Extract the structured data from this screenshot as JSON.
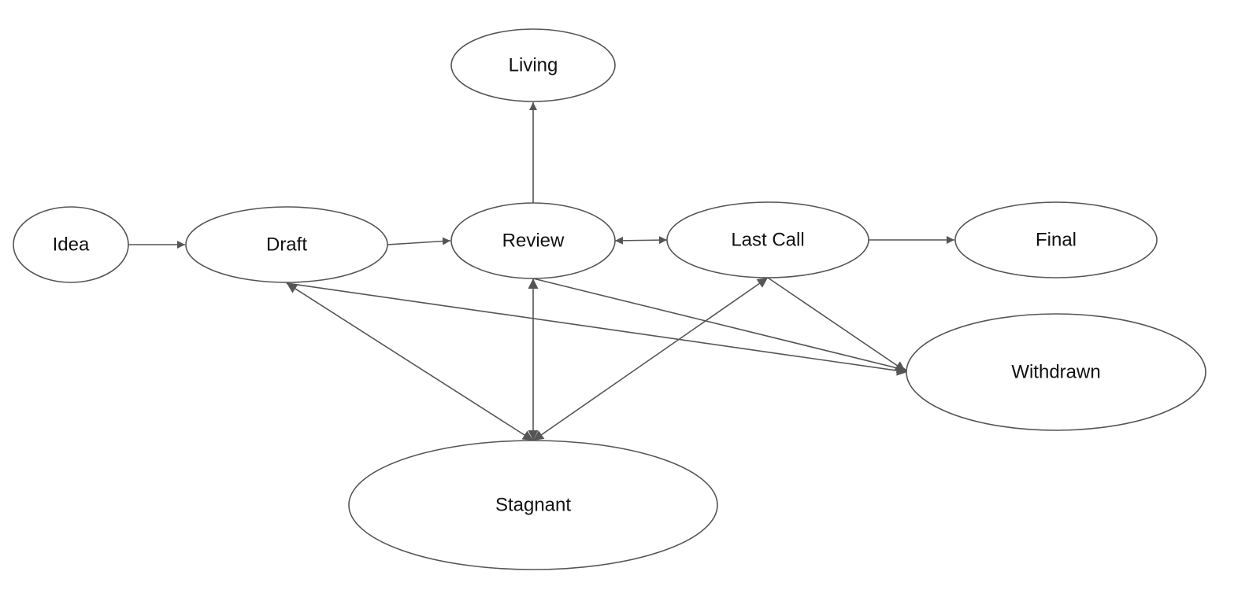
{
  "diagram": {
    "colors": {
      "stroke": "#555555",
      "text": "#111111",
      "background": "#ffffff"
    },
    "nodes": [
      {
        "id": "idea",
        "label": "Idea"
      },
      {
        "id": "draft",
        "label": "Draft"
      },
      {
        "id": "review",
        "label": "Review"
      },
      {
        "id": "living",
        "label": "Living"
      },
      {
        "id": "last_call",
        "label": "Last Call"
      },
      {
        "id": "final",
        "label": "Final"
      },
      {
        "id": "withdrawn",
        "label": "Withdrawn"
      },
      {
        "id": "stagnant",
        "label": "Stagnant"
      }
    ],
    "edges": [
      {
        "from": "idea",
        "to": "draft",
        "bidirectional": false
      },
      {
        "from": "draft",
        "to": "review",
        "bidirectional": false
      },
      {
        "from": "review",
        "to": "living",
        "bidirectional": false
      },
      {
        "from": "review",
        "to": "last_call",
        "bidirectional": true
      },
      {
        "from": "last_call",
        "to": "final",
        "bidirectional": false
      },
      {
        "from": "draft",
        "to": "withdrawn",
        "bidirectional": false
      },
      {
        "from": "review",
        "to": "withdrawn",
        "bidirectional": false
      },
      {
        "from": "last_call",
        "to": "withdrawn",
        "bidirectional": false
      },
      {
        "from": "draft",
        "to": "stagnant",
        "bidirectional": true
      },
      {
        "from": "review",
        "to": "stagnant",
        "bidirectional": true
      },
      {
        "from": "last_call",
        "to": "stagnant",
        "bidirectional": true
      }
    ]
  }
}
